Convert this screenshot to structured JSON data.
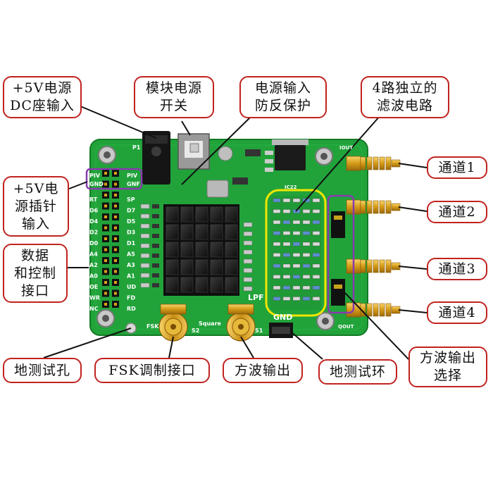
{
  "labels": {
    "power_dc": "+5V电源\nDC座输入",
    "module_switch": "模块电源\n开关",
    "reverse_protect": "电源输入\n防反保护",
    "filter_circuit": "4路独立的\n滤波电路",
    "power_pin": "+5V电\n源插针\n输入",
    "data_ctrl": "数据\n和控制\n接口",
    "ch1": "通道1",
    "ch2": "通道2",
    "ch3": "通道3",
    "ch4": "通道4",
    "gnd_hole": "地测试孔",
    "fsk": "FSK调制接口",
    "square_out": "方波输出",
    "gnd_ring": "地测试环",
    "square_sel": "方波输出\n选择"
  },
  "board_text": {
    "piv_left": "PIV",
    "gnd_left": "GND",
    "piv_right": "PIV",
    "gnd_right": "GNF",
    "pins_left": [
      "RT",
      "D6",
      "D4",
      "D2",
      "D0",
      "A4",
      "A2",
      "A0",
      "OE",
      "WR",
      "NC"
    ],
    "pins_right": [
      "SP",
      "D7",
      "D5",
      "D3",
      "D1",
      "A5",
      "A3",
      "A1",
      "UD",
      "FD",
      "RD"
    ],
    "p1": "P1",
    "lpf": "LPF",
    "gnd": "GND",
    "s1": "S1",
    "s2": "S2",
    "fsk_mark": "FSK",
    "square_mark": "Square",
    "iout": "IOUT",
    "qout": "QOUT",
    "ic22": "IC22"
  },
  "colors": {
    "pcb": "#21a33a",
    "pcb_dark": "#15802a",
    "label_border": "#c0231f",
    "yellow_box": "#f2e600",
    "purple_box": "#8a3ab0",
    "gold": "#d9a21c"
  }
}
